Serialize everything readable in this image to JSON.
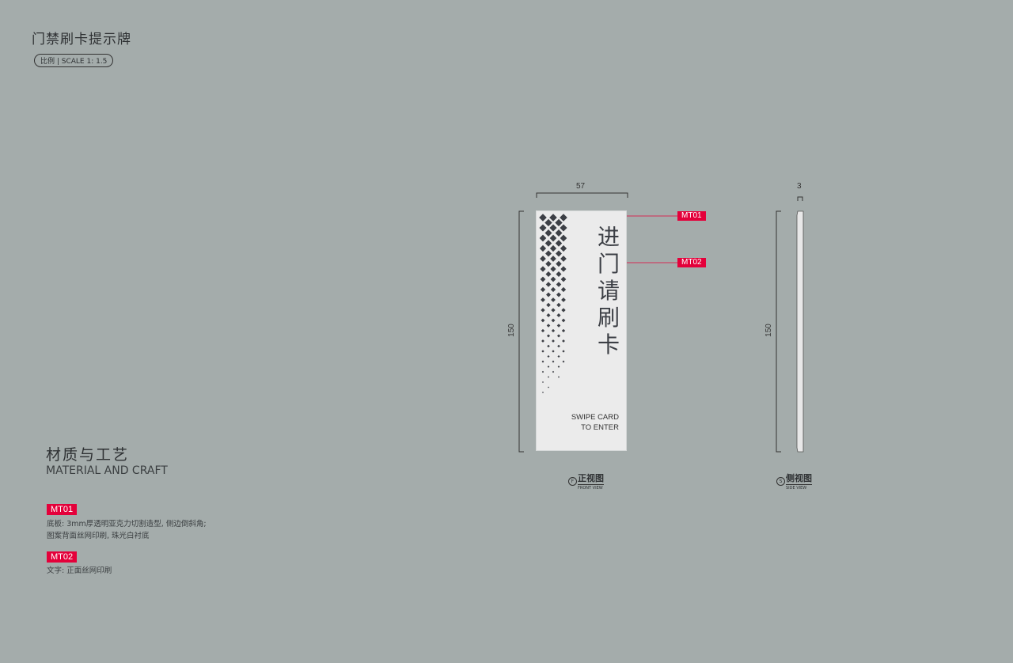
{
  "title": "门禁刷卡提示牌",
  "scale_label": "比例 | SCALE  1: 1.5",
  "material": {
    "title": "材质与工艺",
    "subtitle": "MATERIAL AND CRAFT",
    "items": [
      {
        "tag": "MT01",
        "lines": [
          "底板: 3mm厚透明亚克力切割造型, 侧边倒斜角;",
          "图案背面丝网印刷, 珠光白衬底"
        ]
      },
      {
        "tag": "MT02",
        "lines": [
          "文字: 正面丝网印刷"
        ]
      }
    ]
  },
  "front": {
    "width_dim": "57",
    "height_dim": "150",
    "main_text": "进门请刷卡",
    "sub_text_1": "SWIPE CARD",
    "sub_text_2": "TO ENTER",
    "callouts": [
      "MT01",
      "MT02"
    ],
    "view_letter": "F",
    "view_label": "正视图",
    "view_sub": "FRONT VIEW"
  },
  "side": {
    "width_dim": "3",
    "height_dim": "150",
    "view_letter": "S",
    "view_label": "侧视图",
    "view_sub": "SIDE VIEW"
  },
  "colors": {
    "background": "#a4acab",
    "accent": "#e4003a",
    "panel": "#ebebeb",
    "pattern": "#3c3f45"
  }
}
